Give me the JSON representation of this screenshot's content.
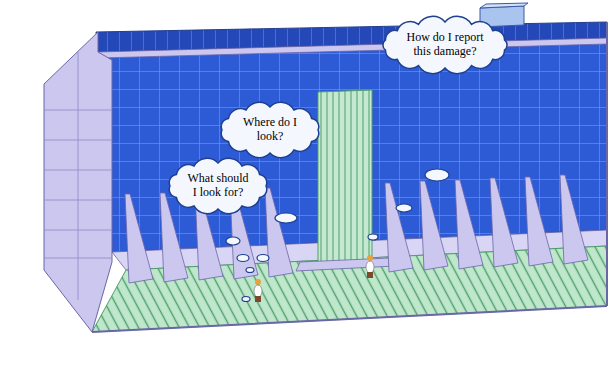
{
  "diagram": {
    "nodes": [
      {
        "text": [
          "What should I look for?"
        ]
      },
      {
        "text": [
          "Where do I look?"
        ]
      },
      {
        "text": [
          "How do I report this damage?"
        ]
      }
    ]
  }
}
